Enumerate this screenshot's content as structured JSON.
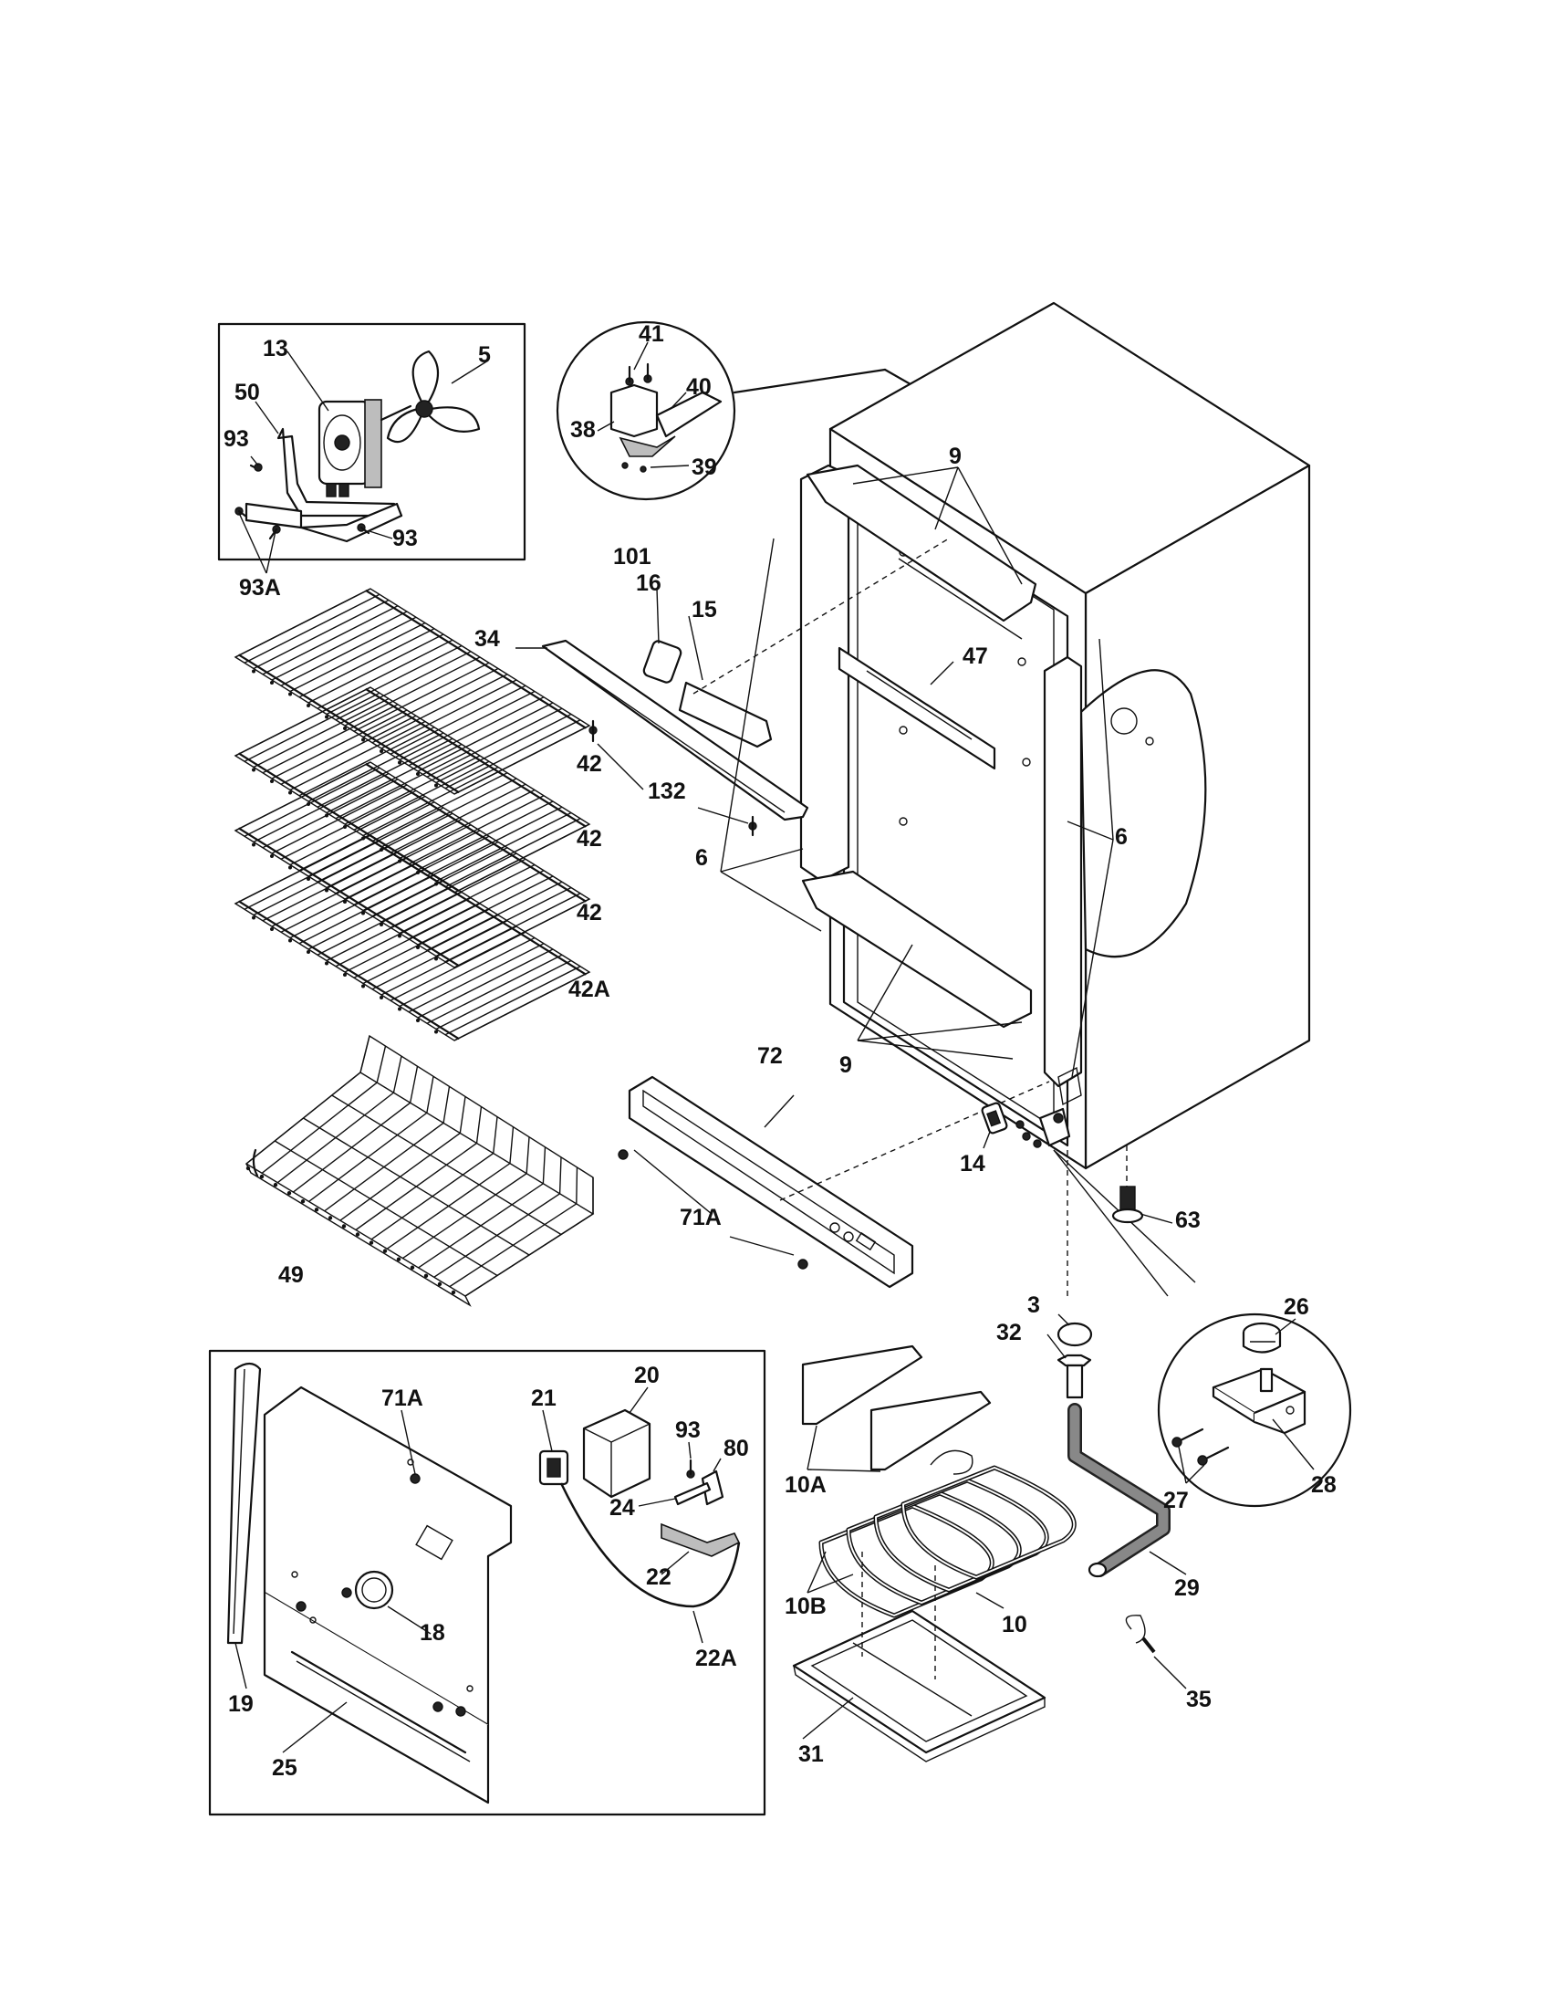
{
  "diagram": {
    "labels": {
      "l13": "13",
      "l5": "5",
      "l50": "50",
      "l93a": "93",
      "l93b": "93",
      "l93A": "93A",
      "l41": "41",
      "l40": "40",
      "l38": "38",
      "l39": "39",
      "l101": "101",
      "l9a": "9",
      "l9b": "9",
      "l16": "16",
      "l15": "15",
      "l34": "34",
      "l47": "47",
      "l132": "132",
      "l42a": "42",
      "l42b": "42",
      "l42c": "42",
      "l42A": "42A",
      "l6a": "6",
      "l6b": "6",
      "l72": "72",
      "l14": "14",
      "l63": "63",
      "l71Aa": "71A",
      "l49": "49",
      "l3": "3",
      "l32": "32",
      "l26": "26",
      "l27": "27",
      "l28": "28",
      "l29": "29",
      "l35": "35",
      "l10A": "10A",
      "l10B": "10B",
      "l10": "10",
      "l31": "31",
      "l71Ab": "71A",
      "l21": "21",
      "l20": "20",
      "l93c": "93",
      "l80": "80",
      "l24": "24",
      "l22": "22",
      "l22A": "22A",
      "l18": "18",
      "l19": "19",
      "l25": "25"
    }
  }
}
